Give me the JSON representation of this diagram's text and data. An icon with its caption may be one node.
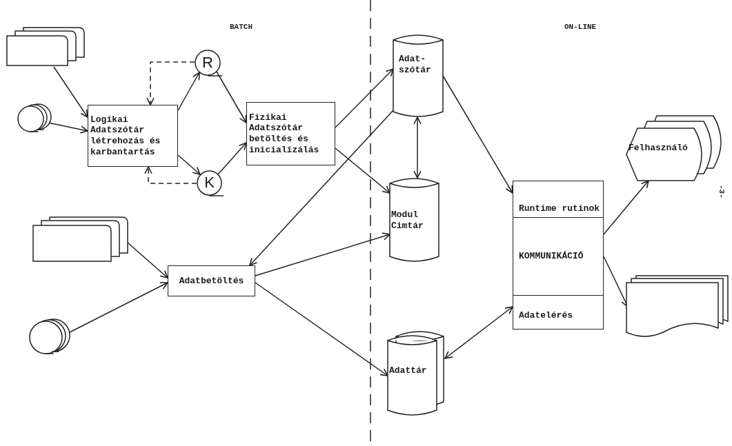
{
  "diagram": {
    "nodes": [
      {
        "text": [],
        "shape": "box"
      },
      {
        "text": [],
        "shape": "circle"
      },
      {
        "text": [
          "Logikai Adatszótár létrehozás és karbantartás"
        ]
      },
      {
        "text": [
          "R"
        ]
      },
      {
        "text": [
          "K"
        ]
      },
      {
        "text": [
          "Fizikai Adatszótár betöltés és inicializálás"
        ]
      },
      {
        "text": [
          "Adat- szótár"
        ]
      },
      {
        "text": [
          "Modul Cimtár"
        ]
      },
      {
        "text": [],
        "shape": "box"
      },
      {
        "text": [],
        "shape": "circle"
      },
      {
        "text": [
          "Adatbetöltés"
        ]
      },
      {
        "text": [
          "Adattár"
        ]
      },
      {
        "text": [
          "Runtime rutinok"
        ]
      },
      {
        "text": [
          "KOMMUNIKÁCIÓ"
        ]
      },
      {
        "text": [
          "Adatelérés"
        ]
      },
      {
        "text": [
          "Felhasználó"
        ]
      },
      {
        "text": [],
        "shape": "document"
      }
    ],
    "edges": [
      {
        "from": 0,
        "to": 2,
        "arrow": "to"
      },
      {
        "from": 1,
        "to": 2,
        "arrow": "to"
      },
      {
        "from": 2,
        "to": 3,
        "arrow": "to"
      },
      {
        "from": 2,
        "to": 4,
        "arrow": "to"
      },
      {
        "from": 3,
        "to": 2,
        "arrow": "to",
        "style": "dashed"
      },
      {
        "from": 4,
        "to": 2,
        "arrow": "to",
        "style": "dashed"
      },
      {
        "from": 3,
        "to": 5,
        "arrow": "to"
      },
      {
        "from": 4,
        "to": 5,
        "arrow": "to"
      },
      {
        "from": 5,
        "to": 6,
        "arrow": "to"
      },
      {
        "from": 5,
        "to": 7,
        "arrow": "to"
      },
      {
        "from": 6,
        "to": 7,
        "arrow": "both"
      },
      {
        "from": 6,
        "to": 10,
        "arrow": "to"
      },
      {
        "from": 8,
        "to": 10,
        "arrow": "to"
      },
      {
        "from": 9,
        "to": 10,
        "arrow": "to"
      },
      {
        "from": 10,
        "to": 7,
        "arrow": "to"
      },
      {
        "from": 10,
        "to": 11,
        "arrow": "to"
      },
      {
        "from": 6,
        "to": 12,
        "arrow": "to"
      },
      {
        "from": 14,
        "to": 11,
        "arrow": "both"
      },
      {
        "from": 13,
        "to": 15,
        "arrow": "to"
      },
      {
        "from": 13,
        "to": 16,
        "arrow": "to"
      }
    ],
    "labels": [
      "BATCH",
      "ON-LINE",
      "-3-"
    ]
  }
}
